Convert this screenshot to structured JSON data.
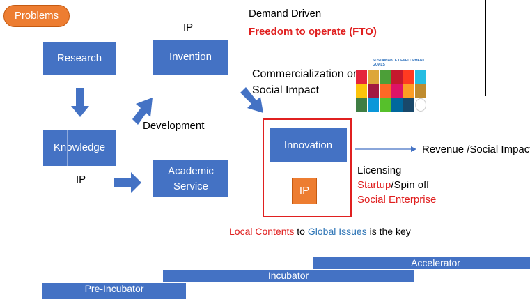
{
  "problems": {
    "label": "Problems",
    "color": "#ed7d31"
  },
  "header": {
    "demand": "Demand Driven",
    "fto": "Freedom to operate (FTO)",
    "ip_top": "IP"
  },
  "boxes": {
    "research": "Research",
    "invention": "Invention",
    "knowledge": "Knowledge",
    "academic_line1": "Academic",
    "academic_line2": "Service",
    "innovation": "Innovation",
    "ip_box": "IP"
  },
  "labels": {
    "commercialization_line1": "Commercialization or",
    "commercialization_line2": "Social Impact",
    "development": "Development",
    "ip_left": "IP",
    "revenue": "Revenue /Social Impact",
    "licensing": "Licensing",
    "startup": "Startup",
    "spinoff": "/Spin off",
    "social_enterprise": "Social Enterprise"
  },
  "key_line": {
    "local": "Local Contents",
    "to": " to ",
    "global": "Global Issues",
    "rest": " is the key"
  },
  "stages": {
    "accelerator": "Accelerator",
    "incubator": "Incubator",
    "pre_incubator": "Pre-Incubator"
  },
  "sdg": {
    "title": "SUSTAINABLE DEVELOPMENT GOALS",
    "colors": [
      "#e5243b",
      "#dda63a",
      "#4c9f38",
      "#c5192d",
      "#ff3a21",
      "#26bde2",
      "#fcc30b",
      "#a21942",
      "#fd6925",
      "#dd1367",
      "#fd9d24",
      "#bf8b2e",
      "#3f7e44",
      "#0a97d9",
      "#56c02b",
      "#00689d",
      "#19486a",
      "#ffffff"
    ]
  },
  "colors": {
    "box_blue": "#4472c4",
    "accent_red": "#e02020",
    "global_blue": "#2e75b6",
    "ip_orange": "#ed7d31"
  }
}
